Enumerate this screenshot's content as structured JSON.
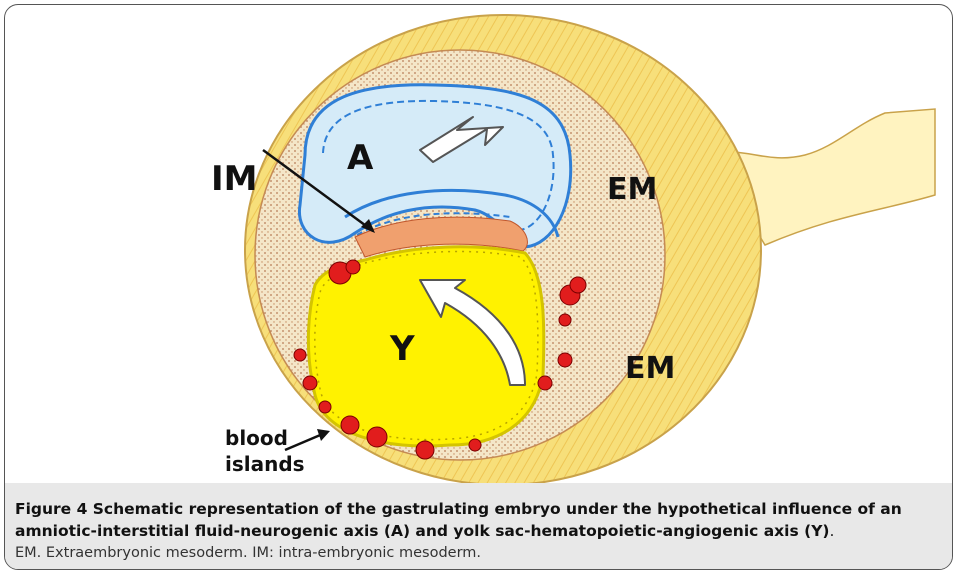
{
  "figure": {
    "labels": {
      "im": "IM",
      "a": "A",
      "em_top": "EM",
      "y": "Y",
      "em_bottom": "EM",
      "blood": "blood",
      "islands": "islands"
    }
  },
  "caption": {
    "title": "Figure 4 Schematic representation of the gastrulating embryo under the hypothetical influence of an amniotic-interstitial fluid-neurogenic axis (A) and yolk sac-hematopoietic-angiogenic axis (Y)",
    "period": ".",
    "subtitle": "EM. Extraembryonic mesoderm. IM: intra-embryonic mesoderm."
  },
  "colors": {
    "amnion_blue": "#2f7fd6",
    "amnion_fill": "#d5ebf8",
    "yolk": "#fff200",
    "blood_red": "#e11d1d",
    "mesoderm_yellow": "#f6dc78",
    "outline": "#c9a24a"
  }
}
